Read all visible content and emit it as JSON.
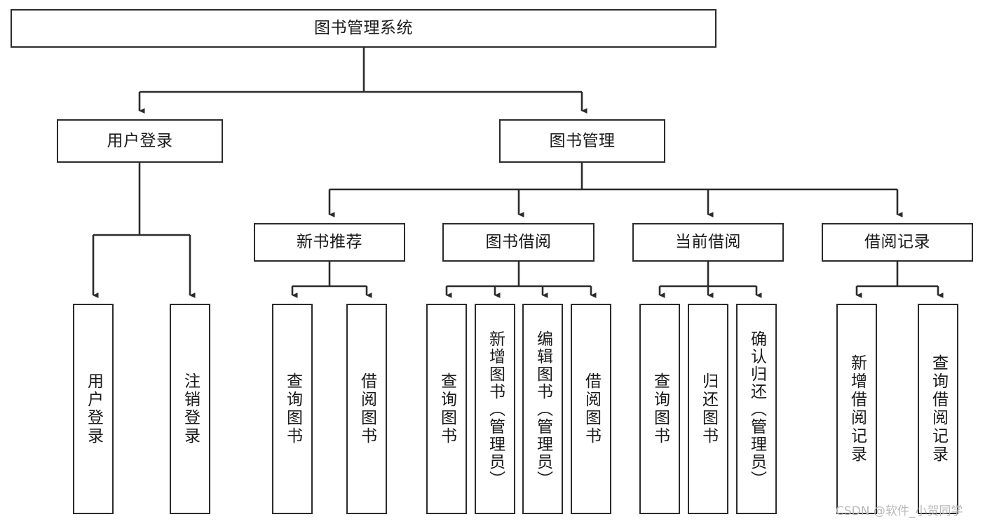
{
  "diagram": {
    "type": "tree-hierarchy-chart",
    "title": "图书管理系统",
    "colors": {
      "box_border": "#2b2b2b",
      "box_fill": "#ffffff",
      "connector": "#2b2b2b",
      "text": "#1a1a1a",
      "watermark": "#b9b9b9",
      "background": "#ffffff"
    },
    "root": {
      "label": "图书管理系统"
    },
    "level2": [
      {
        "label": "用户登录"
      },
      {
        "label": "图书管理"
      }
    ],
    "level3": [
      {
        "label": "新书推荐"
      },
      {
        "label": "图书借阅"
      },
      {
        "label": "当前借阅"
      },
      {
        "label": "借阅记录"
      }
    ],
    "leaves": {
      "user_login": [
        {
          "label": "用户登录"
        },
        {
          "label": "注销登录"
        }
      ],
      "new_book_recommend": [
        {
          "label": "查询图书"
        },
        {
          "label": "借阅图书"
        }
      ],
      "book_borrow": [
        {
          "label": "查询图书"
        },
        {
          "label": "新增图书（管理员）"
        },
        {
          "label": "编辑图书（管理员）"
        },
        {
          "label": "借阅图书"
        }
      ],
      "current_borrow": [
        {
          "label": "查询图书"
        },
        {
          "label": "归还图书"
        },
        {
          "label": "确认归还（管理员）"
        }
      ],
      "borrow_record": [
        {
          "label": "新增借阅记录"
        },
        {
          "label": "查询借阅记录"
        }
      ]
    },
    "watermark": "CSDN @软件_小贺同学"
  }
}
